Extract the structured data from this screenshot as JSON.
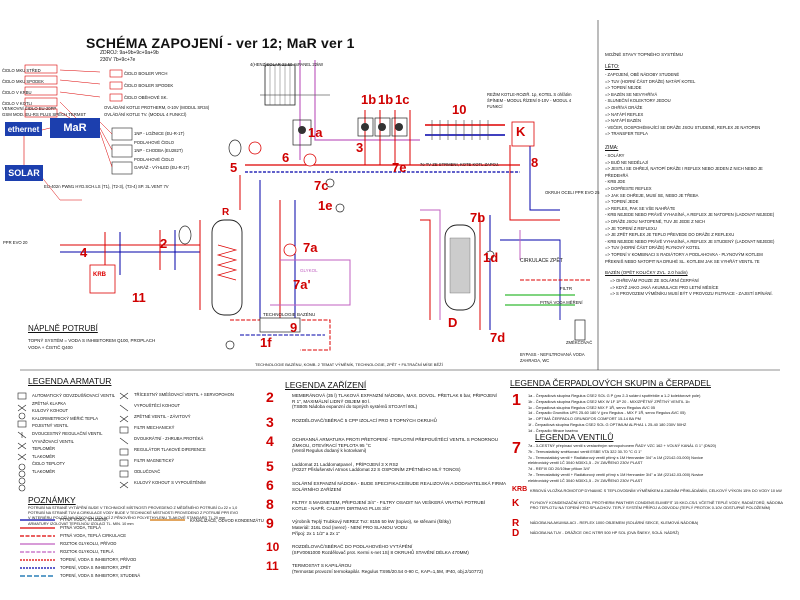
{
  "title": "SCHÉMA ZAPOJENÍ - ver 12; MaR ver 1",
  "control": {
    "ethernet": "ethernet",
    "mar": "MaR",
    "solar": "SOLAR",
    "top_notes": [
      "ZDROJ: 9a+9b+9c+9a+9b",
      "230V  7b+9c+7e",
      "VODA V KOTLI +  ZAPOJENÍ SX",
      "GSM MOD.  EU-RS PLUS SPĚCH TERMST"
    ],
    "sensors": [
      "ČIDLO MKU STŘED",
      "ČIDLO MKU SPODEK",
      "ČIDLO V KRBU",
      "ČIDLO V KOTLI",
      "VENKOVNÍ ČIDLO EU-20PP"
    ],
    "boiler_sensors": [
      "ČIDLO BOILER VRCH",
      "ČIDLO BOILER SPODEK",
      "ČIDLO OBĚHOVÉ SK."
    ],
    "outputs": [
      "OVLÁDÁNÍ KOTLE PROTHERM, 0-10V (MODUL SR34)",
      "OVLÁDÁNÍ KOTLE TV. (MODUL 4 FUNKCÍ)",
      "1NP - LOŽNICE (EU-R-1T)",
      "PODLAHOVÉ ČIDLO",
      "1NP - CHODBA (EU282T)",
      "PODLAHOVÉ ČIDLO",
      "GARÁŽ - VÝHLED (EU-R-1T)"
    ],
    "solar_note": "EU-402n PWM1  HYD.SCH.LS (T1), (T2-3), (T3-4) SP. 3L.VENT 7V"
  },
  "schematic_labels": {
    "collector": "4(HENZ)SOLAR 22.50  4xPANEL 22kW",
    "pump_groups": "1b 1b 1c",
    "manifold": "10",
    "boiler_k": "K",
    "rezim": "REŽIM KOTLE-ROZIŘ. 1p, KOTEL S ohřátím ŠPÍNEM - MODUL ŘÍZENÍ 0-10V - MODUL 4 FUNKCÍ",
    "tv_note": "7e  TV ZE STRMENI, KOTE KOTL ZAPOJ.",
    "okruh_oceli": "OKRUH OCELI PPR EVO 25",
    "ppr_evo": "PPR EVO 20",
    "cirkulace": "CIRKULACE ZPĚT",
    "technologie": "TECHNOLOGIE BAZÉNU",
    "glykol": "GLYKOL",
    "bypass": "BYPASS - NEFILTROVANÁ VODA ZAHRADA, WC",
    "filtr": "FILTR",
    "zmekcovac": "ZMĚKČOVAČ",
    "cold_water": "PITNÁ VODA MĚŘENÍ",
    "naplne_title": "NÁPLNĚ POTRUBÍ",
    "naplne_lines": [
      "TOPNÝ SYSTÉM = VODA S INHIBITOREM Q100, PROPLACH",
      "VODA + ČISTIČ Q400"
    ],
    "krb": "KRB",
    "tech_note": "TECHNOLOGIE BAZÉNU, KOMB. 2 TEMAT VÝMĚNÍK, TECHNOLOGIE, ZPĚT + FILTRAČNÍ MÍSE BĚŽÍ"
  },
  "number_labels": [
    "1a",
    "3",
    "6",
    "1b",
    "1b",
    "1c",
    "10",
    "5",
    "K",
    "8",
    "7e",
    "7c",
    "1e",
    "7b",
    "1d",
    "7a",
    "7a'",
    "2",
    "4",
    "11",
    "9",
    "1f",
    "D",
    "7d",
    "R"
  ],
  "right_notes": {
    "title": "MOŽNÉ STAVY TOPNÉHO SYSTÉMU",
    "leto_heading": "LÉTO:",
    "leto": [
      "- ZAPOJENÍ, OBĚ NÁDOBY STUDENÉ",
      "   => TUV (HORNÍ ČÁST DRÁŽE) NATÁPÍ KOTEL",
      "   => TOPENÍ NEJDE",
      "   => BAZÉN SE NEVYHŘÍVÁ",
      "- SLUNEČNÍ KOLEKTORY JEDOU",
      "   => OHŘÍVÁ DRÁŽE",
      "   => NATÁPÍ REFLEX",
      "   => NATÁPÍ BAZÉN",
      "- VEČER, DOSPOHÉMAJÍCÍ SE DRÁŽE JSOU STUDENÉ, REFLEX JE NATOPEN",
      "   => TRANSFER TEPLA"
    ],
    "zima_heading": "ZIMA:",
    "zima": [
      "- SOLÁRY",
      "  => BUĎ NE NEDĚLAJÍ",
      "  => JESTLI SE OHŘEJÍ, NATOPÍ DRÁŽE I REFLEX NEBO JEDEN Z NICH NEBO JE",
      "     PŘEDEHŘÁ",
      "- KRB JDE",
      "  => DOPŘESTE REFLEX",
      "  => JAK SE OHŘEJE, MUSÍ SE, NEBO JE TŘEBA",
      "  => TOPENÍ JEDE",
      "  => REFLEX, PAK SE VŠE NAHŘÁTE",
      "- KRB NEJEDE NEBO PRÁVĚ VYHASÍNÁ, A REFLEX JE NATOPEN (LADOVAT NEJEDE)",
      "  => DRÁŽE JSOU NATOPENÉ, TUV JE JEDE Z NICH",
      "  => JE TOPENÍ Z REFLEXU",
      "  => JE ZPĚT REFLEX JE TEPLO PŘEVEDE DO DRÁŽE Z REFLEXU",
      "- KRB NEJEDE NEBO PRÁVĚ VYHASÍNÁ, A REFLEX JE STUDENÝ (LADOVAT NEJEDE)",
      "  => TUV (HORNÍ ČÁST DRÁŽE) PLYNOVÝ KOTEL",
      "  => TOPENÍ V KOMBINACI S RADIÁTORY A PODLAHOVKA - PLYNOVÝM KOTLEM",
      "     PŘEKNIŠ NEBO NATOPIT NA DRUHÉ SL. KOTLEM JAK SE VYHŘÁT VENTIL 7E"
    ],
    "bazen_heading": "BAZÉN (OPĚT KOLIČKY ZVL. 2.0 hodin)",
    "bazen": [
      "=> OHŘEVÁM POUZE ZE SOLÁRNÍ ČERPÁNÍ",
      "=> KDYŽ JAKO JAKÁ AKUMULACE PRO LETNÍ MĚSÍCE",
      "=> S PROVOZEM VÝMĚNÍKU MUSÍ BÝT V PROVOZU FILTRACE - ZAJISTÍ SPÍNÁNÍ."
    ]
  },
  "legend_armatur": {
    "heading": "LEGENDA ARMATUR",
    "col1": [
      "AUTOMATICKÝ ODVZDUŠŇOVACÍ VENTIL",
      "ZPĚTNÁ KLAPKA",
      "KULOVÝ KOHOUT",
      "KALORIMETRICKÝ MĚŘIČ TEPLA",
      "POJISTNÝ VENTIL",
      "DVOUCESTNÝ REGULAČNÍ VENTIL",
      "VYVAŽOVACÍ VENTIL",
      "TEPLOMĚR",
      "TLAKOMĚR",
      "ČIDLO TEPLOTY",
      "TLAKOMĚR"
    ],
    "col2": [
      "TŘÍCESTNÝ SMĚŠOVACÍ VENTIL + SERVOPOHON",
      "VYPOUŠTĚCÍ KOHOUT",
      "ZPĚTNÉ VENTIL - ZÁVITOVÝ",
      "FILTR MECHANICKÝ",
      "DVOUKRÁTNÍ - ZHRUBA PROTÉKÁ",
      "REGULÁTOR TLAKOVÉ DIFERENCE",
      "FILTR MAGNETICKÝ",
      "ODLUČOVAČ",
      "KULOVÝ KOHOUT S VYPOUŠTĚNÍM"
    ]
  },
  "poznamky": {
    "heading": "POZNÁMKY",
    "lines": [
      "POTRUBÍ NA STRANĚ VYTÁPĚNÍ BUDE V TECHNICKÉ MÍSTNOSTI PROVEDENO Z MĚDĚNÉHO POTRUBÍ Cu 22 x 1,0",
      "POTRUBÍ NA STRANĚ TUV A CIRKULACE VODY BUDE V TECHNICKÉ MÍSTNOSTI PROVEDENO Z POTRUBÍ PPR EVO",
      "V INTERIÉRU POLOŽÍ NAVÁZKOVOU IZOLACÍ Z PĚNOVÉHO POLYETHYLENU TLAKOVÉ STANDARD TL.20 mm",
      "ARMATURY IZOLOVAT TEPELNOU IZOLACÍ TL. MIN. 10 mm"
    ],
    "line_legend": [
      "PITNÁ VODA, STUDENÁ",
      "PITNÁ VODA, TEPLÁ",
      "PITNÁ VODA, TEPLÁ CIRKULACE",
      "ROZTOK GLYKOLU, PŘÍVOD",
      "ROZTOK GLYKOLU, TEPLÁ",
      "TOPENÍ, VODA S INHIBITORY, PŘÍVOD",
      "TOPENÍ, VODA S INHIBITORY, ZPĚT",
      "TOPENÍ, VODA S INHIBITORY, STUDENÁ"
    ],
    "line_legend_right": [
      "KANALIZACE, ODVOD KONDENZÁTU"
    ]
  },
  "legend_zarizeni": {
    "heading": "LEGENDA ZAŘÍZENÍ",
    "items": [
      {
        "n": "2",
        "lines": [
          "MEMBRÁNOVÁ (35 l) TLAKOVÁ EXPANZNÍ NÁDOBA, MAX. DOVOL. PŘETLAK 6 bar, PŘIPOJENÍ",
          "R 1\", MAXIMÁLNÍ LIDNÝ OBJEM 80 l.",
          "(TSB05 Nádoba expanzní do topných systémů STOJATÍ 80L)"
        ]
      },
      {
        "n": "3",
        "lines": [
          "ROZDĚLOVAČ/SBĚRAČ 5 CPP IZOLACÍ PRO 5 TOPNÝCH OKRUHŮ"
        ]
      },
      {
        "n": "4",
        "lines": [
          "OCHRANNÁ ARMATURA PROTI PŘETOPENÍ - TEPLOTNÍ PŘEPOUŠTĚCÍ VENTIL S PONORNOU",
          "JÍMKOU, OTEVÍRACÍ TEPLOTA 95 °C",
          "(Ventil Regulus dodaný k kotovkami)"
        ]
      },
      {
        "n": "5",
        "lines": [
          "Laddomat 21 Laddomatpanel , PŘÍPOJENÍ 3 X RS2",
          "(F0227 Přislušenství Atmos Laddomat 22 S OSPOINÍM ZPĚTNÉHO MLÝ TONOS)"
        ]
      },
      {
        "n": "6",
        "lines": [
          "SOLÁRNÍ EXPANZNÍ NÁDOBA - BUDE SPECIFIKACE/BUDE REALIZOVÁN A DODAVATELSKÁ FIRMA",
          "SOLÁRNÍHO ZAŘÍZENÍ"
        ]
      },
      {
        "n": "8",
        "lines": [
          "FILTRY S MAGNETEM, PŘIPOJENÍ 3/4\" - FILTRY OSADIT NA VEŠKERÁ VRATNÁ POTRUBÍ",
          "KOTLE - NAPŘ. CALEFFI DIRTMAG PLUS 3/4\""
        ]
      },
      {
        "n": "9",
        "lines": [
          "Výrobník Teplý Trubkový NEREZ Tvz: 8155 50 kW (topivo), se stěnami (štítky)",
          "Materiál: 316L Dod (nerez) - NENÍ PRO SLANOU VODU",
          "Přípoj: 2x 1 1/2\" a 2x 1\""
        ]
      },
      {
        "n": "10",
        "lines": [
          "ROZDĚLOVAČ/SBĚRAČ DO PODLAHOVÉHO VYTÁPĚNÍ",
          "(SFV0061000 Rozdělovač prot. Kermi s-net 1S) 8 OKRUHŮ STAVĚNÍ DÉLKA 470MM)"
        ]
      },
      {
        "n": "11",
        "lines": [
          "TERMOSTAT S KAPILÁROU",
          "(Termostat provozní termokapilár. Regulus TS95/20.54 0-90 C, KAP=1,5M, IP40, obj.2/10772)"
        ]
      }
    ]
  },
  "legend_cerpadel": {
    "heading": "LEGENDA ČERPADLOVÝCH SKUPIN a ČERPADEL",
    "items": [
      {
        "n": "1a",
        "text": "1a - Čerpadlová skupina Regulus CSE2 SOL G P (pro 2-3 solární spotřebiče a 1-2 kolektorové pole)"
      },
      {
        "n": "1b",
        "text": "1b - Čerpadlová skupina Regulus CSE2 MIX W 1F 1P 20 - MIX/ZPĚTNÝ ZPĚTNÝ VENTIL 1b"
      },
      {
        "n": "1c",
        "text": "1c - Čerpadlová skupina Regulus CSE2 MIX F 1Ř, servo Regulus AVC 05"
      },
      {
        "n": "1d",
        "text": "1d - Čerpadlo Grundfos UPS 25-60 180 V (pro Regulus - MIX F 1Ř, servo Regulus AVC 05)"
      },
      {
        "n": "1e",
        "text": "1e - OPTIMÁ ČERPADLO GRUNDFOS COMFORT 15-14 BA PM"
      },
      {
        "n": "1f",
        "text": "1f - Čerpadlová skupina Regulus CSE2 SOL G OPTIMUM ALPHA1 L 25-40 180 230V 50HZ"
      },
      {
        "n": "1d'",
        "text": "1d - Čerpadlo filtrace bazénu"
      }
    ]
  },
  "legend_ventilu": {
    "heading": "LEGENDA VENTILŮ",
    "items": [
      {
        "n": "7",
        "text": "7a - 3-CESTNÝ přepínací ventil s vestavěným servopohonem ŘADY VZC 162 + VOLNÝ KANÁL G 1\" (DN20)"
      },
      {
        "n": "",
        "text": "7b - Termostatický směšovací ventil ESBE VTA 322 30-70 °C G 1\""
      },
      {
        "n": "",
        "text": "7c - Termostatický ventil + Radiátorový ventil přímý s 1M Hennarder 3/4\" a 1M (22142-03-000) Novice"
      },
      {
        "n": "",
        "text": "     elektronický ventil 1Č 3040 M30X1,5 - 2V ZAVŘENO 230V PLAST"
      },
      {
        "n": "",
        "text": "7d - REFIX DD 20/10bar příkon 3/4\""
      },
      {
        "n": "",
        "text": "7e - Termostatický ventil + Radiátorový ventil přímý s 1M Hennarder 3/4\" a 1M (22142-03-000) Novice"
      },
      {
        "n": "",
        "text": "     elektronický ventil 1Č 3040 M30X1,5 - 2V ZAVŘENO 230V PLAST"
      }
    ]
  },
  "legend_other": {
    "items": [
      {
        "n": "KRB",
        "text": "KRBOVÁ VLOŽKA ROMOTOP DYNAMIC S TEPLOVODNÍM VÝMĚNÍKEM A ZADNÍM PŘIKLÁDÁNÍM, CELKOVÝ VÝKON 15% DO VODY 10 kW"
      },
      {
        "n": "K",
        "text": "PLYNOVÝ KONDENZAČNÍ KOTEL PROTHERM PANTHER CONDENS ELIMEFIT 15 KKO-CS/1 VČETNĚ TEPLÉ VODY, RADIÁTORŮ, NÁDOBA PRO TEPLOTU NA TOPENÍ PRO SPLACHOV. TEPLÝ SYSTÉM PŘÍPOJ A ODVODU (TEPLÝ PROTOK 0-10V ODSTUPNÉ POLOŽENÍM)"
      },
      {
        "n": "R",
        "text": "NÁDOBA NA AKUMULACI - REFLEX 1000 OBJEMEM (SOLÁRNÍ SEKCE, KLEMOVÁ NÁDOBA)"
      },
      {
        "n": "D",
        "text": "NÁDOBA NA TUV - DRÁŽICE OKC NTRR 500 HP SOL (DVA ŠNEKY, SOLÁ. NÁDRŽ)"
      }
    ]
  }
}
